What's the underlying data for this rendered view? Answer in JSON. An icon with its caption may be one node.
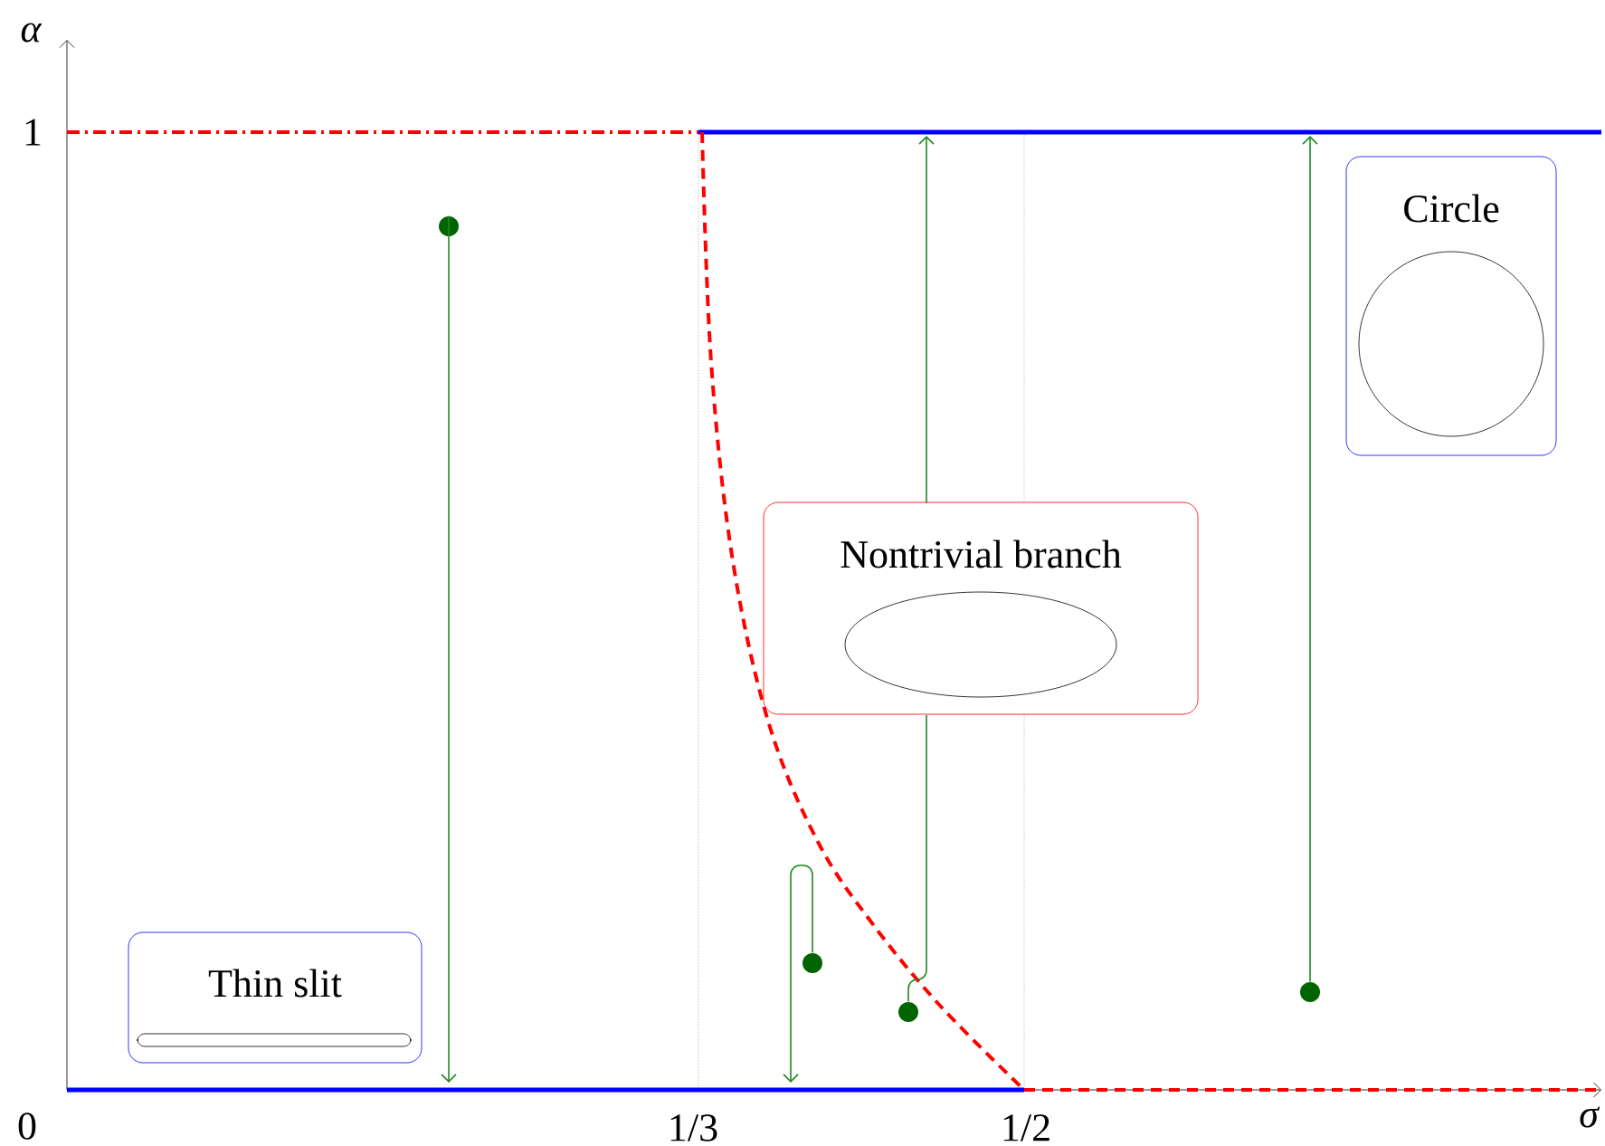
{
  "diagram": {
    "nodes": [
      {
        "text": [
          "Thin slit"
        ]
      },
      {
        "text": [
          "Nontrivial branch"
        ]
      },
      {
        "text": [
          "Circle"
        ]
      },
      {
        "text": [],
        "shape": "circle"
      },
      {
        "text": [],
        "shape": "circle"
      },
      {
        "text": [],
        "shape": "circle"
      },
      {
        "text": [],
        "shape": "circle"
      }
    ],
    "edges": [
      {
        "from": 3,
        "to": null,
        "arrow": "to"
      },
      {
        "from": 4,
        "to": null,
        "arrow": "to"
      },
      {
        "from": 5,
        "to": null,
        "arrow": "to"
      },
      {
        "from": 6,
        "to": null,
        "arrow": "to"
      }
    ],
    "labels": [
      "α",
      "1",
      "0",
      "1/3",
      "1/2",
      "σ"
    ]
  }
}
